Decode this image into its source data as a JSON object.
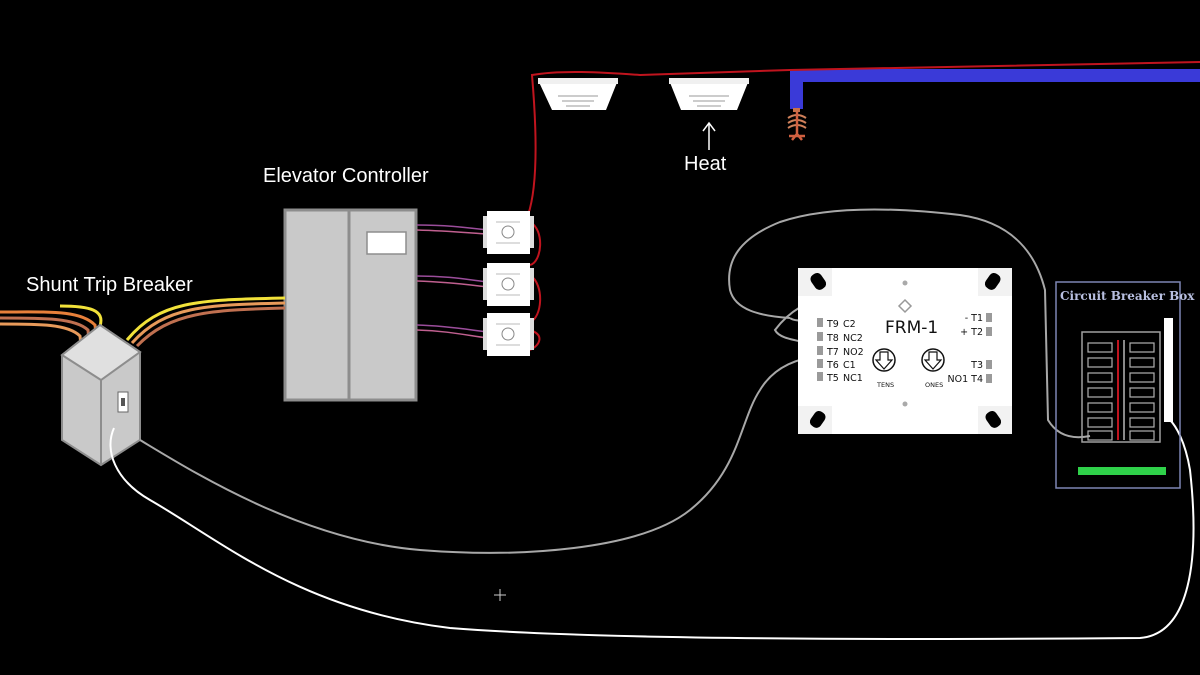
{
  "labels": {
    "shunt_trip_breaker": "Shunt Trip Breaker",
    "elevator_controller": "Elevator Controller",
    "heat": "Heat",
    "circuit_breaker_box": "Circuit Breaker Box"
  },
  "frm": {
    "title": "FRM-1",
    "left_terminals": [
      {
        "t": "T9",
        "n": "C2"
      },
      {
        "t": "T8",
        "n": "NC2"
      },
      {
        "t": "T7",
        "n": "NO2"
      },
      {
        "t": "T6",
        "n": "C1"
      },
      {
        "t": "T5",
        "n": "NC1"
      }
    ],
    "right_terminals": [
      "- T1",
      "+ T2",
      "T3",
      "NO1 T4"
    ],
    "dial_tens": "TENS",
    "dial_ones": "ONES"
  },
  "colors": {
    "background": "#000000",
    "red_wire": "#c0141e",
    "blue_pipe": "#3a3ad8",
    "gray_wire": "#a8a8a8",
    "white_wire": "#ffffff",
    "yellow_wire": "#f2e23a",
    "orange_wire": "#e8803a",
    "green_bar": "#2fd14a"
  }
}
